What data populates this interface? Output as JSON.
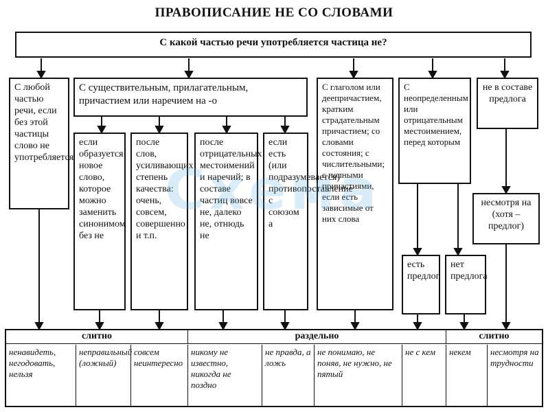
{
  "title": "ПРАВОПИСАНИЕ НЕ СО СЛОВАМИ",
  "question": "С какой частью речи употребляется частица не?",
  "branches": {
    "b1": "С любой частью речи, если без этой частицы слово не употребляется",
    "b2": "С существительным, прилагательным, причастием или наречием на -о",
    "b3": "С глаголом или деепричастием, кратким страдательным причастием; со словами состояния; с числительными; с полными причастиями, если есть зависимые от них слова",
    "b4": "С неопределенным или отрицательным местоимением, перед которым",
    "b5": "не в составе предлога"
  },
  "sub": {
    "s1": "если образуется новое слово, которое можно заменить синонимом без не",
    "s2": "после слов, усиливающих степень качества: очень, совсем, совершенно и т.п.",
    "s3": "после отрицательных местоимений и наречий; в составе частиц вовсе не, далеко не, отнюдь не",
    "s4": "если есть (или подразумевается) противопоставление с союзом а",
    "s5": "есть предлог",
    "s6": "нет предлога",
    "s7": "несмотря на (хотя – предлог)"
  },
  "headers": {
    "h1": "слитно",
    "h2": "раздельно",
    "h3": "слитно"
  },
  "examples": {
    "e1": "ненавидеть, негодовать, нельзя",
    "e2": "неправильный (ложный)",
    "e3": "совсем неинтересно",
    "e4": "никому не известно, никогда не поздно",
    "e5": "не правда, а ложь",
    "e6": "не понимаю, не поняв, не нужно, не пятый",
    "e7": "не с кем",
    "e8": "некем",
    "e9": "несмотря на трудности"
  },
  "watermark": "Схема"
}
